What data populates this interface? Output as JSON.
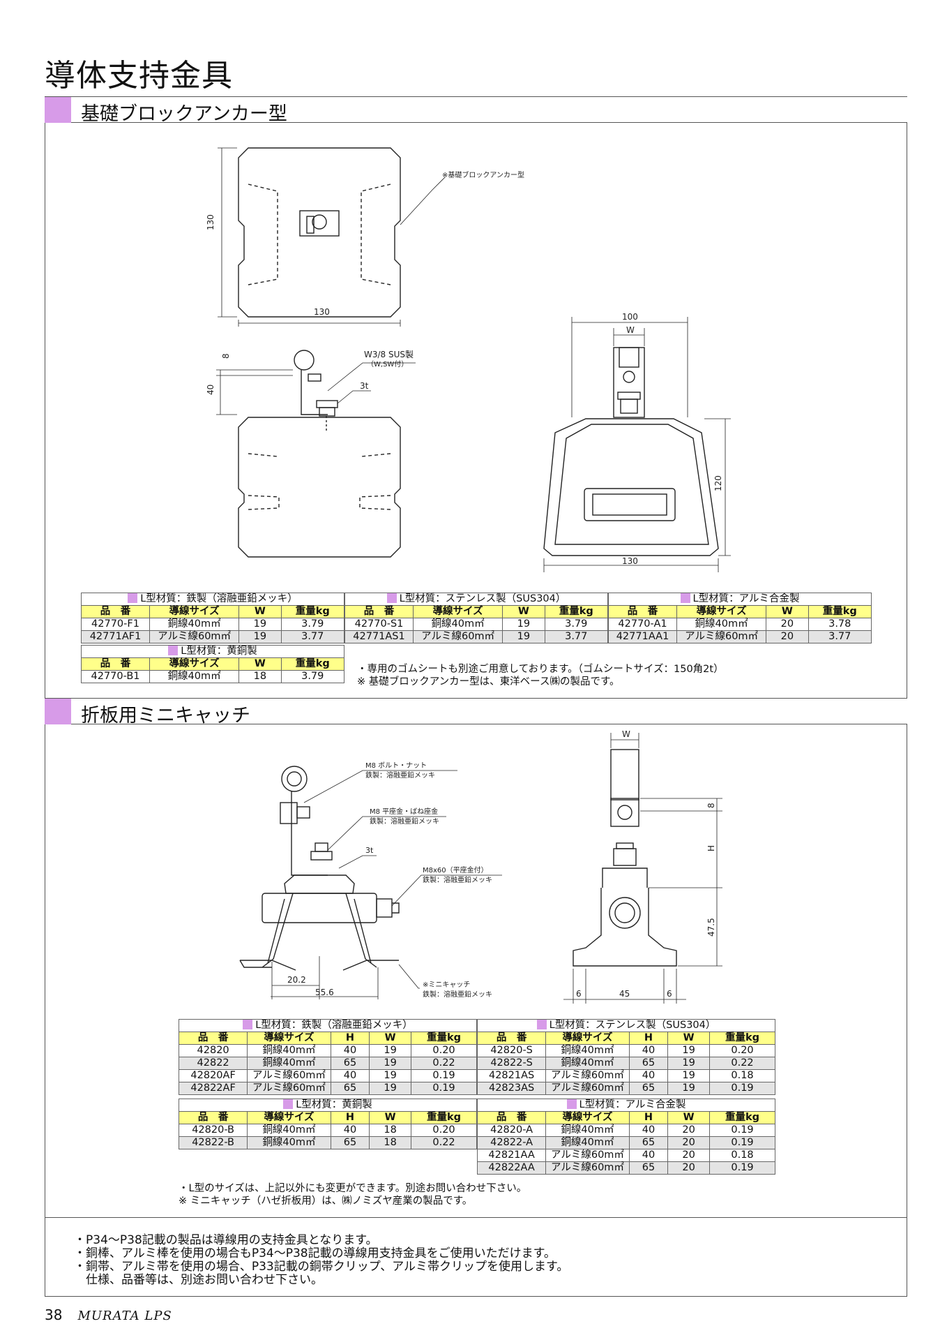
{
  "page": {
    "title": "導体支持金具",
    "page_number": "38",
    "brand": "MURATA LPS"
  },
  "section1": {
    "title": "基礎ブロックアンカー型",
    "drawing_labels": {
      "dim_130_v": "130",
      "dim_130_h": "130",
      "callout_anchor": "※基礎ブロックアンカー型",
      "dim_8": "8",
      "dim_40": "40",
      "bolt_a": "W3/8 SUS製",
      "bolt_b": "（W,SW付）",
      "dim_3t": "3t",
      "dim_100": "100",
      "dim_w": "W",
      "dim_120": "120",
      "dim_130_b": "130"
    },
    "tables": {
      "iron": {
        "group": "L型材質：鉄製（溶融亜鉛メッキ）",
        "headers": [
          "品　番",
          "導線サイズ",
          "W",
          "重量kg"
        ],
        "rows": [
          [
            "42770-F1",
            "銅線40m㎡",
            "19",
            "3.79"
          ],
          [
            "42771AF1",
            "アルミ線60m㎡",
            "19",
            "3.77"
          ]
        ]
      },
      "stainless": {
        "group": "L型材質：ステンレス製（SUS304）",
        "headers": [
          "品　番",
          "導線サイズ",
          "W",
          "重量kg"
        ],
        "rows": [
          [
            "42770-S1",
            "銅線40m㎡",
            "19",
            "3.79"
          ],
          [
            "42771AS1",
            "アルミ線60m㎡",
            "19",
            "3.77"
          ]
        ]
      },
      "aluminum": {
        "group": "L型材質：アルミ合金製",
        "headers": [
          "品　番",
          "導線サイズ",
          "W",
          "重量kg"
        ],
        "rows": [
          [
            "42770-A1",
            "銅線40m㎡",
            "20",
            "3.78"
          ],
          [
            "42771AA1",
            "アルミ線60m㎡",
            "20",
            "3.77"
          ]
        ]
      },
      "brass": {
        "group": "L型材質：黄銅製",
        "headers": [
          "品　番",
          "導線サイズ",
          "W",
          "重量kg"
        ],
        "rows": [
          [
            "42770-B1",
            "銅線40m㎡",
            "18",
            "3.79"
          ]
        ]
      }
    },
    "notes": [
      "・専用のゴムシートも別途ご用意しております。（ゴムシートサイズ：150角2t）",
      "※ 基礎ブロックアンカー型は、東洋ベース㈱の製品です。"
    ]
  },
  "section2": {
    "title": "折板用ミニキャッチ",
    "drawing_labels": {
      "m8_bolt": "M8 ボルト・ナット",
      "m8_bolt_mat": "鉄製：溶融亜鉛メッキ",
      "m8_washer": "M8 平座金・ばね座金",
      "m8_washer_mat": "鉄製：溶融亜鉛メッキ",
      "dim_3t": "3t",
      "m8x60": "M8x60（平座金付）",
      "m8x60_mat": "鉄製：溶融亜鉛メッキ",
      "dim_20_2": "20.2",
      "dim_55_6": "55.6",
      "callout_mini": "※ミニキャッチ",
      "callout_mini_mat": "鉄製：溶融亜鉛メッキ",
      "dim_w": "W",
      "dim_8": "8",
      "dim_h": "H",
      "dim_47_5": "47.5",
      "dim_6a": "6",
      "dim_45": "45",
      "dim_6b": "6"
    },
    "tables": {
      "iron": {
        "group": "L型材質：鉄製（溶融亜鉛メッキ）",
        "headers": [
          "品　番",
          "導線サイズ",
          "H",
          "W",
          "重量kg"
        ],
        "rows": [
          [
            "42820",
            "銅線40m㎡",
            "40",
            "19",
            "0.20"
          ],
          [
            "42822",
            "銅線40m㎡",
            "65",
            "19",
            "0.22"
          ],
          [
            "42820AF",
            "アルミ線60m㎡",
            "40",
            "19",
            "0.19"
          ],
          [
            "42822AF",
            "アルミ線60m㎡",
            "65",
            "19",
            "0.19"
          ]
        ]
      },
      "stainless": {
        "group": "L型材質：ステンレス製（SUS304）",
        "headers": [
          "品　番",
          "導線サイズ",
          "H",
          "W",
          "重量kg"
        ],
        "rows": [
          [
            "42820-S",
            "銅線40m㎡",
            "40",
            "19",
            "0.20"
          ],
          [
            "42822-S",
            "銅線40m㎡",
            "65",
            "19",
            "0.22"
          ],
          [
            "42821AS",
            "アルミ線60m㎡",
            "40",
            "19",
            "0.18"
          ],
          [
            "42823AS",
            "アルミ線60m㎡",
            "65",
            "19",
            "0.19"
          ]
        ]
      },
      "brass": {
        "group": "L型材質：黄銅製",
        "headers": [
          "品　番",
          "導線サイズ",
          "H",
          "W",
          "重量kg"
        ],
        "rows": [
          [
            "42820-B",
            "銅線40m㎡",
            "40",
            "18",
            "0.20"
          ],
          [
            "42822-B",
            "銅線40m㎡",
            "65",
            "18",
            "0.22"
          ]
        ]
      },
      "aluminum": {
        "group": "L型材質：アルミ合金製",
        "headers": [
          "品　番",
          "導線サイズ",
          "H",
          "W",
          "重量kg"
        ],
        "rows": [
          [
            "42820-A",
            "銅線40m㎡",
            "40",
            "20",
            "0.19"
          ],
          [
            "42822-A",
            "銅線40m㎡",
            "65",
            "20",
            "0.19"
          ],
          [
            "42821AA",
            "アルミ線60m㎡",
            "40",
            "20",
            "0.18"
          ],
          [
            "42822AA",
            "アルミ線60m㎡",
            "65",
            "20",
            "0.19"
          ]
        ]
      }
    },
    "notes": [
      "・L型のサイズは、上記以外にも変更ができます。別途お問い合わせ下さい。",
      "※ ミニキャッチ（ハゼ折板用）は、㈱ノミズヤ産業の製品です。"
    ]
  },
  "bottom_notes": [
    "・P34～P38記載の製品は導線用の支持金具となります。",
    "・銅棒、アルミ棒を使用の場合もP34～P38記載の導線用支持金具をご使用いただけます。",
    "・銅帯、アルミ帯を使用の場合、P33記載の銅帯クリップ、アルミ帯クリップを使用します。",
    "　仕様、品番等は、別途お問い合わせ下さい。"
  ]
}
